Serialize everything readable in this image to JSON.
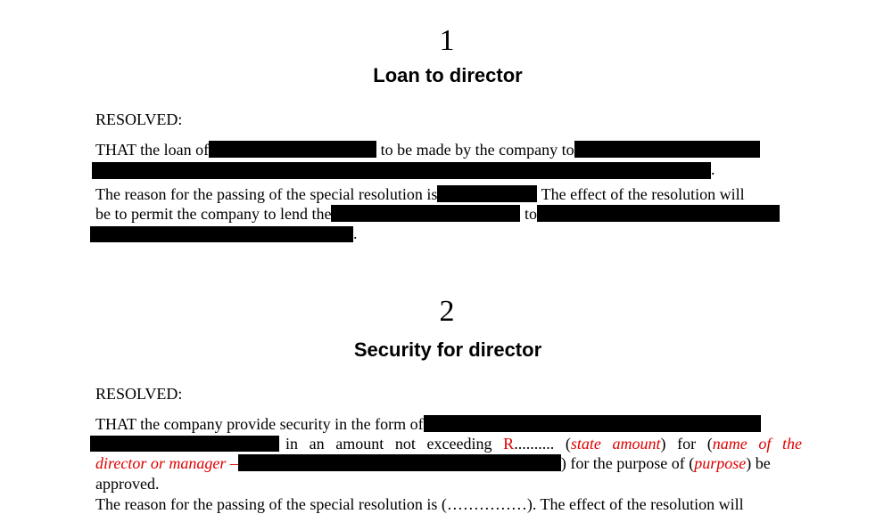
{
  "sections": [
    {
      "number": "1",
      "title": "Loan to director",
      "resolved": "RESOLVED:",
      "p1": {
        "l1a": "THAT the loan of",
        "l1b": "to be made by the company to",
        "l2end": "."
      },
      "p2": {
        "l1": "The reason for the passing of the special resolution is",
        "l1b": "The effect of the resolution will",
        "l2a": "be to permit the company to lend the",
        "l2b": "to",
        "l3end": "."
      }
    },
    {
      "number": "2",
      "title": "Security for director",
      "resolved": "RESOLVED:",
      "p1": {
        "l1a": "THAT the company provide security in the form of",
        "l2a": "in an amount not exceeding",
        "l2b": "R",
        "l2c": ".......... (",
        "l2d": "state amount",
        "l2e": ") for (",
        "l2f": "name of the",
        "l3a": "director or manager –",
        "l3b": ") for the purpose of (",
        "l3c": "purpose",
        "l3d": ") be",
        "l4": "approved."
      },
      "p2_partial": "The reason for the passing of the special resolution is (……………). The effect of the resolution will"
    }
  ]
}
